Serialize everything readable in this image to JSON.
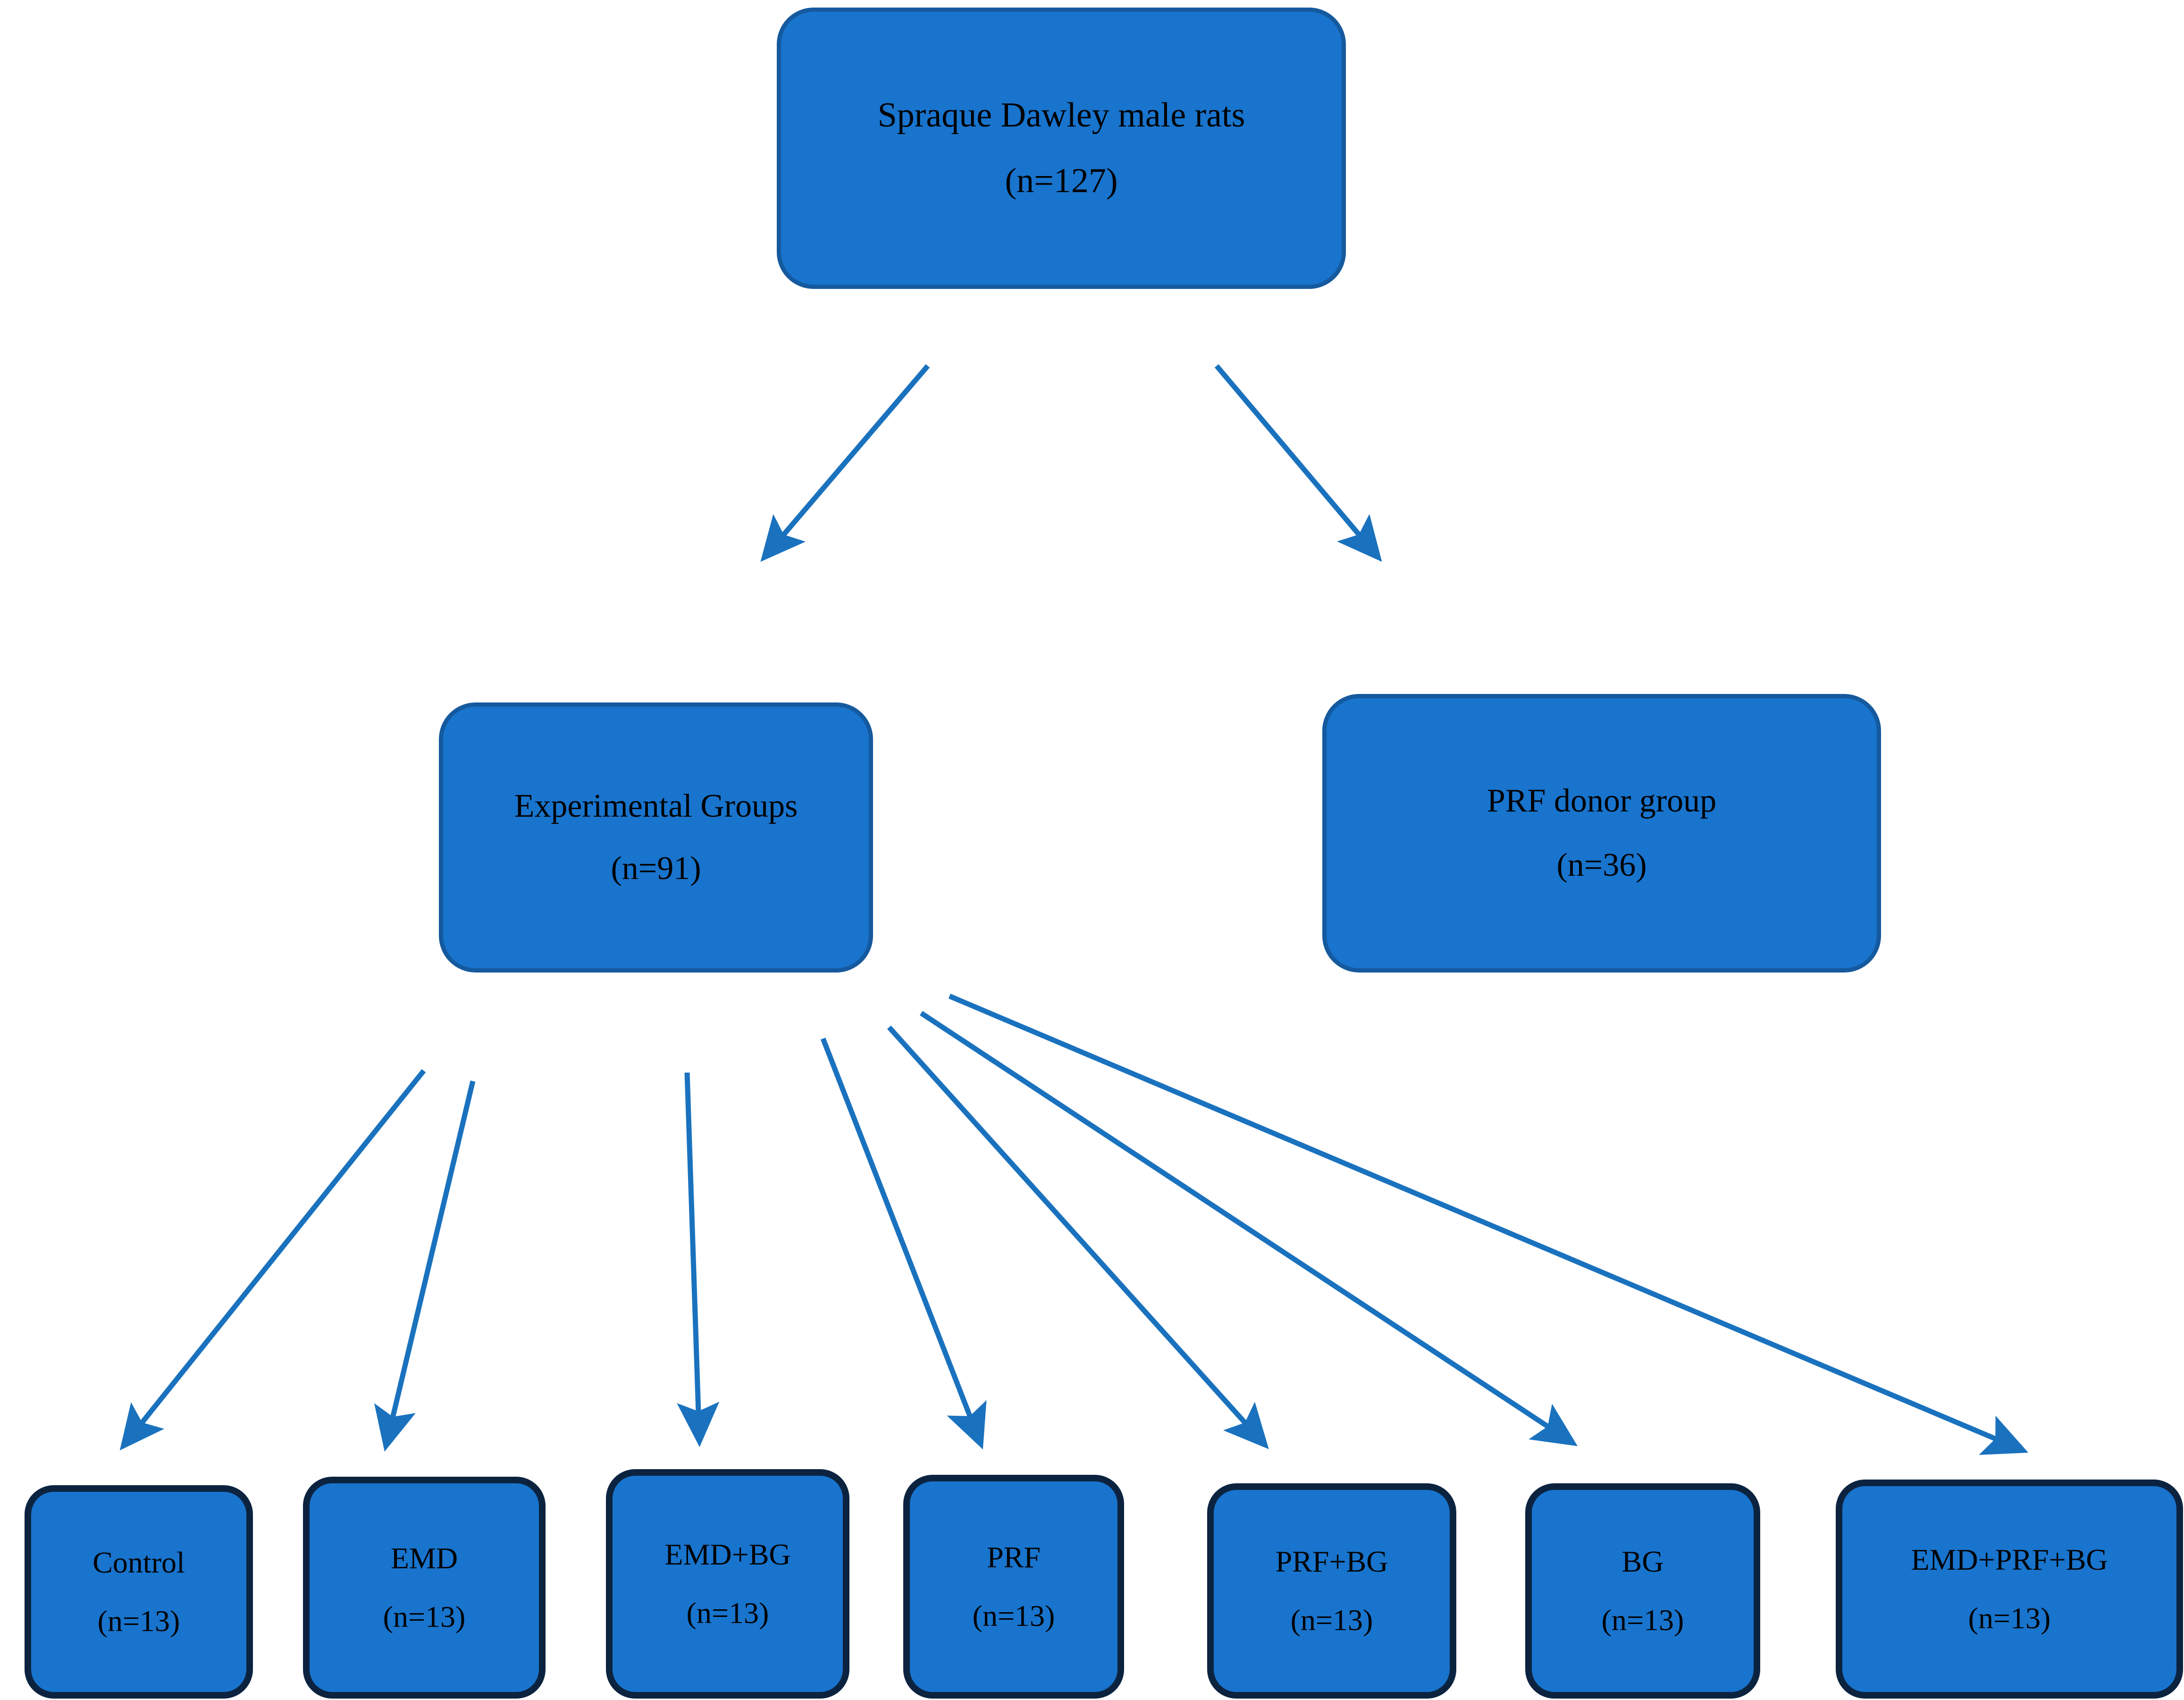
{
  "diagram": {
    "title": "Animal study group allocation flowchart",
    "colors": {
      "node_fill": "#1874CD",
      "node_border_upper": "#15599E",
      "node_border_leaf": "#0C2340",
      "arrow": "#1A72BE",
      "text": "#000000",
      "background": "#FFFFFF"
    },
    "root": {
      "label": "Spraque Dawley male rats",
      "count": "(n=127)"
    },
    "tier2": [
      {
        "key": "experimental",
        "label": "Experimental Groups",
        "count": "(n=91)"
      },
      {
        "key": "prf_donor",
        "label": "PRF donor group",
        "count": "(n=36)"
      }
    ],
    "tier3": [
      {
        "key": "control",
        "label": "Control",
        "count": "(n=13)"
      },
      {
        "key": "emd",
        "label": "EMD",
        "count": "(n=13)"
      },
      {
        "key": "emd_bg",
        "label": "EMD+BG",
        "count": "(n=13)"
      },
      {
        "key": "prf",
        "label": "PRF",
        "count": "(n=13)"
      },
      {
        "key": "prf_bg",
        "label": "PRF+BG",
        "count": "(n=13)"
      },
      {
        "key": "bg",
        "label": "BG",
        "count": "(n=13)"
      },
      {
        "key": "emd_prf_bg",
        "label": "EMD+PRF+BG",
        "count": "(n=13)"
      }
    ],
    "edges": [
      {
        "from": "root",
        "to": "experimental"
      },
      {
        "from": "root",
        "to": "prf_donor"
      },
      {
        "from": "experimental",
        "to": "control"
      },
      {
        "from": "experimental",
        "to": "emd"
      },
      {
        "from": "experimental",
        "to": "emd_bg"
      },
      {
        "from": "experimental",
        "to": "prf"
      },
      {
        "from": "experimental",
        "to": "prf_bg"
      },
      {
        "from": "experimental",
        "to": "bg"
      },
      {
        "from": "experimental",
        "to": "emd_prf_bg"
      }
    ]
  }
}
